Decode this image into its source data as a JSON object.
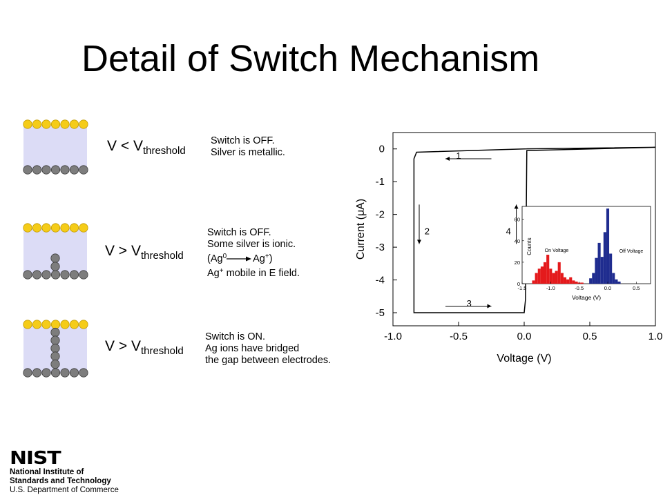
{
  "slide": {
    "title": "Detail of Switch Mechanism"
  },
  "states": [
    {
      "cond_prefix": "V < V",
      "cond_sub": "threshold",
      "desc_lines": [
        "Switch is OFF.",
        "Silver is metallic."
      ]
    },
    {
      "cond_prefix": "V > V",
      "cond_sub": "threshold",
      "desc_lines": [
        "Switch is OFF.",
        "Some silver is ionic."
      ],
      "reaction": {
        "open": "(Ag",
        "left_sup": "0",
        "right": "Ag",
        "right_sup": "+",
        "close": ")"
      },
      "mobile": {
        "base": "Ag",
        "sup": "+",
        "rest": " mobile in E field."
      }
    },
    {
      "cond_prefix": "V > V",
      "cond_sub": "threshold",
      "desc_lines": [
        "Switch is ON.",
        "Ag ions have bridged",
        "the gap between electrodes."
      ]
    }
  ],
  "chart_data": [
    {
      "type": "line",
      "xlabel": "Voltage (V)",
      "ylabel": "Current (μA)",
      "xlim": [
        -1.0,
        1.0
      ],
      "ylim": [
        -5.4,
        0.5
      ],
      "xticks": [
        "-1.0",
        "-0.5",
        "0.0",
        "0.5",
        "1.0"
      ],
      "yticks": [
        "0",
        "-1",
        "-2",
        "-3",
        "-4",
        "-5"
      ],
      "grid": false,
      "series": [
        {
          "x": [
            1.0,
            0.0,
            -0.82,
            -0.84,
            -0.84,
            0.0,
            0.01,
            0.02,
            1.0
          ],
          "y": [
            0.05,
            0.0,
            -0.1,
            -0.3,
            -5.0,
            -5.0,
            -4.6,
            -0.05,
            0.05
          ]
        }
      ],
      "annotations": [
        {
          "label": "1",
          "x": -0.5,
          "y": -0.2
        },
        {
          "label": "2",
          "x": -0.74,
          "y": -2.5
        },
        {
          "label": "3",
          "x": -0.42,
          "y": -4.7
        },
        {
          "label": "4",
          "x": -0.12,
          "y": -2.5
        }
      ]
    },
    {
      "type": "bar",
      "xlabel": "Voltage (V)",
      "ylabel": "Counts",
      "xlim": [
        -1.5,
        0.75
      ],
      "ylim": [
        0,
        72
      ],
      "xticks": [
        "-1.5",
        "-1.0",
        "-0.5",
        "0.0",
        "0.5"
      ],
      "yticks": [
        "0",
        "20",
        "40",
        "60"
      ],
      "series": [
        {
          "name": "On Voltage",
          "color": "#e41a1c",
          "x": [
            -1.3,
            -1.25,
            -1.2,
            -1.15,
            -1.1,
            -1.05,
            -1.0,
            -0.95,
            -0.9,
            -0.85,
            -0.8,
            -0.75,
            -0.7,
            -0.65,
            -0.6,
            -0.55,
            -0.5,
            -0.45
          ],
          "values": [
            3,
            10,
            14,
            16,
            20,
            27,
            14,
            10,
            12,
            20,
            10,
            6,
            4,
            6,
            3,
            2,
            1,
            1
          ]
        },
        {
          "name": "Off Voltage",
          "color": "#1f2c8f",
          "x": [
            -0.3,
            -0.25,
            -0.2,
            -0.15,
            -0.1,
            -0.05,
            0.0,
            0.05,
            0.1,
            0.15,
            0.2
          ],
          "values": [
            5,
            10,
            24,
            38,
            25,
            48,
            70,
            28,
            10,
            4,
            2
          ]
        }
      ]
    }
  ],
  "logo": {
    "mark": "NIST",
    "name_line1": "National Institute of",
    "name_line2": "Standards and Technology",
    "dept": "U.S. Department of Commerce"
  }
}
